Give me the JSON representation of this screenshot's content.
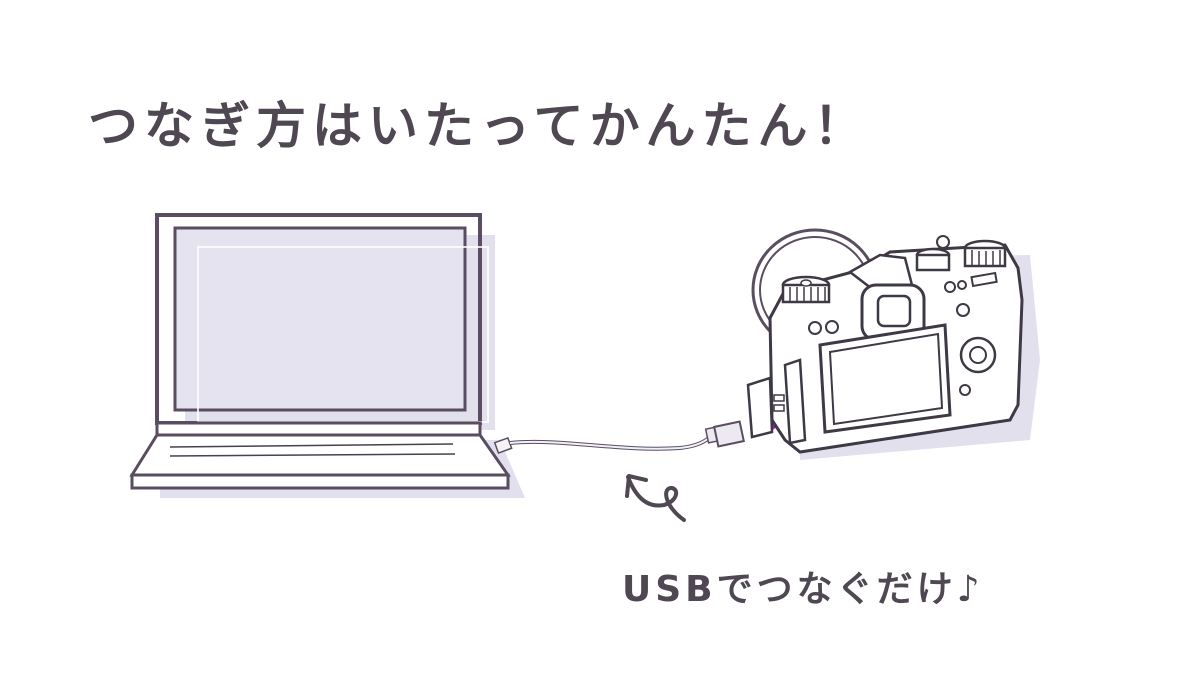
{
  "heading": {
    "text": "つなぎ方はいたってかんたん！"
  },
  "caption": {
    "text": "USBでつなぐだけ♪"
  },
  "illustration": {
    "devices": [
      "laptop",
      "usb-cable",
      "mirrorless-camera"
    ],
    "highlight_arrow": "insert-usb-into-camera-port"
  },
  "colors": {
    "line": "#5a4d62",
    "shadow": "#e3e0ee",
    "arrow": "#b40fd0",
    "text": "#4f4852"
  }
}
